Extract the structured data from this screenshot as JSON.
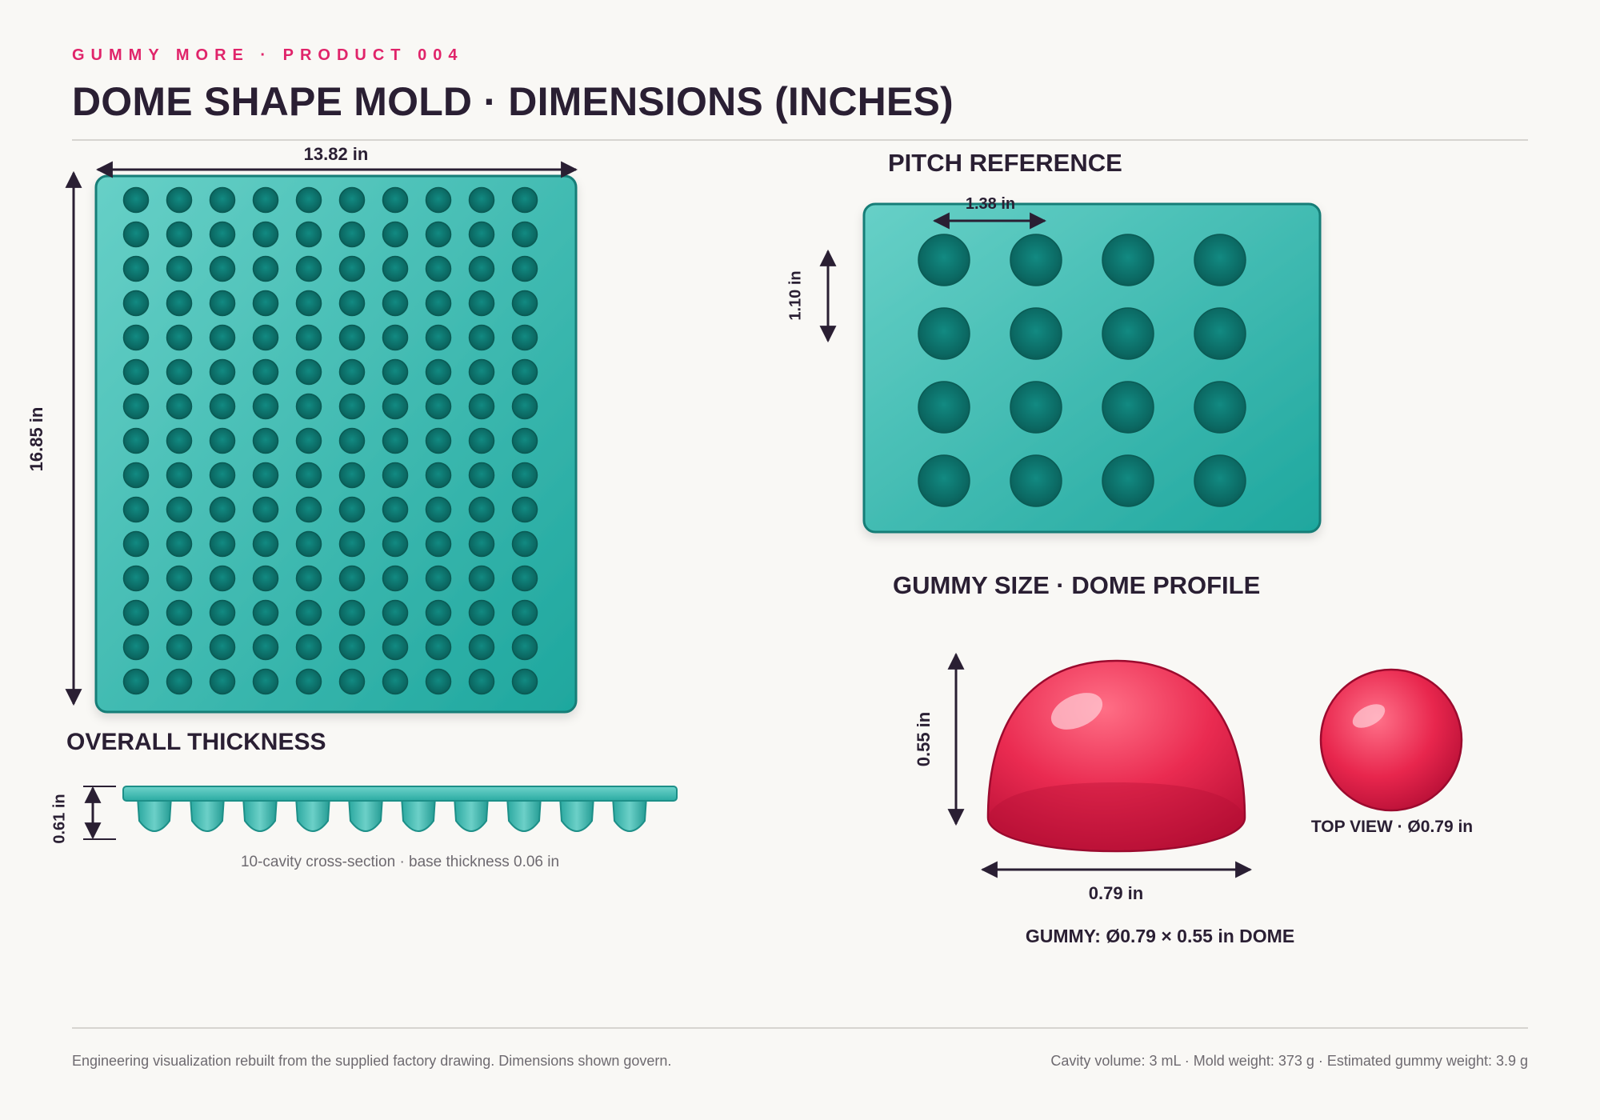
{
  "header": {
    "brand": "GUMMY MORE · PRODUCT 004",
    "title": "DOME SHAPE MOLD · DIMENSIONS (INCHES)"
  },
  "colors": {
    "accent": "#e0246a",
    "mold": "#3cb8b0",
    "mold_cavity": "#0d6f69",
    "gummy": "#e8244f",
    "text": "#2a1f33"
  },
  "main_mold": {
    "width_label": "13.82 in",
    "height_label": "16.85 in",
    "cavity_columns": 10,
    "cavity_rows": 15
  },
  "pitch_reference": {
    "title": "PITCH REFERENCE",
    "horizontal_pitch_label": "1.38 in",
    "vertical_pitch_label": "1.10 in",
    "cavity_columns": 4,
    "cavity_rows": 4
  },
  "thickness": {
    "title": "OVERALL THICKNESS",
    "thickness_label": "0.61 in",
    "cavity_count": 10,
    "caption": "10-cavity cross-section · base thickness 0.06 in"
  },
  "gummy": {
    "title": "GUMMY SIZE · DOME PROFILE",
    "height_label": "0.55 in",
    "diameter_label": "0.79 in",
    "top_view_label": "TOP VIEW · Ø0.79 in",
    "summary": "GUMMY: Ø0.79 × 0.55 in DOME"
  },
  "footer": {
    "note": "Engineering visualization rebuilt from the supplied factory drawing. Dimensions shown govern.",
    "specs": "Cavity volume: 3 mL · Mold weight: 373 g · Estimated gummy weight: 3.9 g"
  }
}
